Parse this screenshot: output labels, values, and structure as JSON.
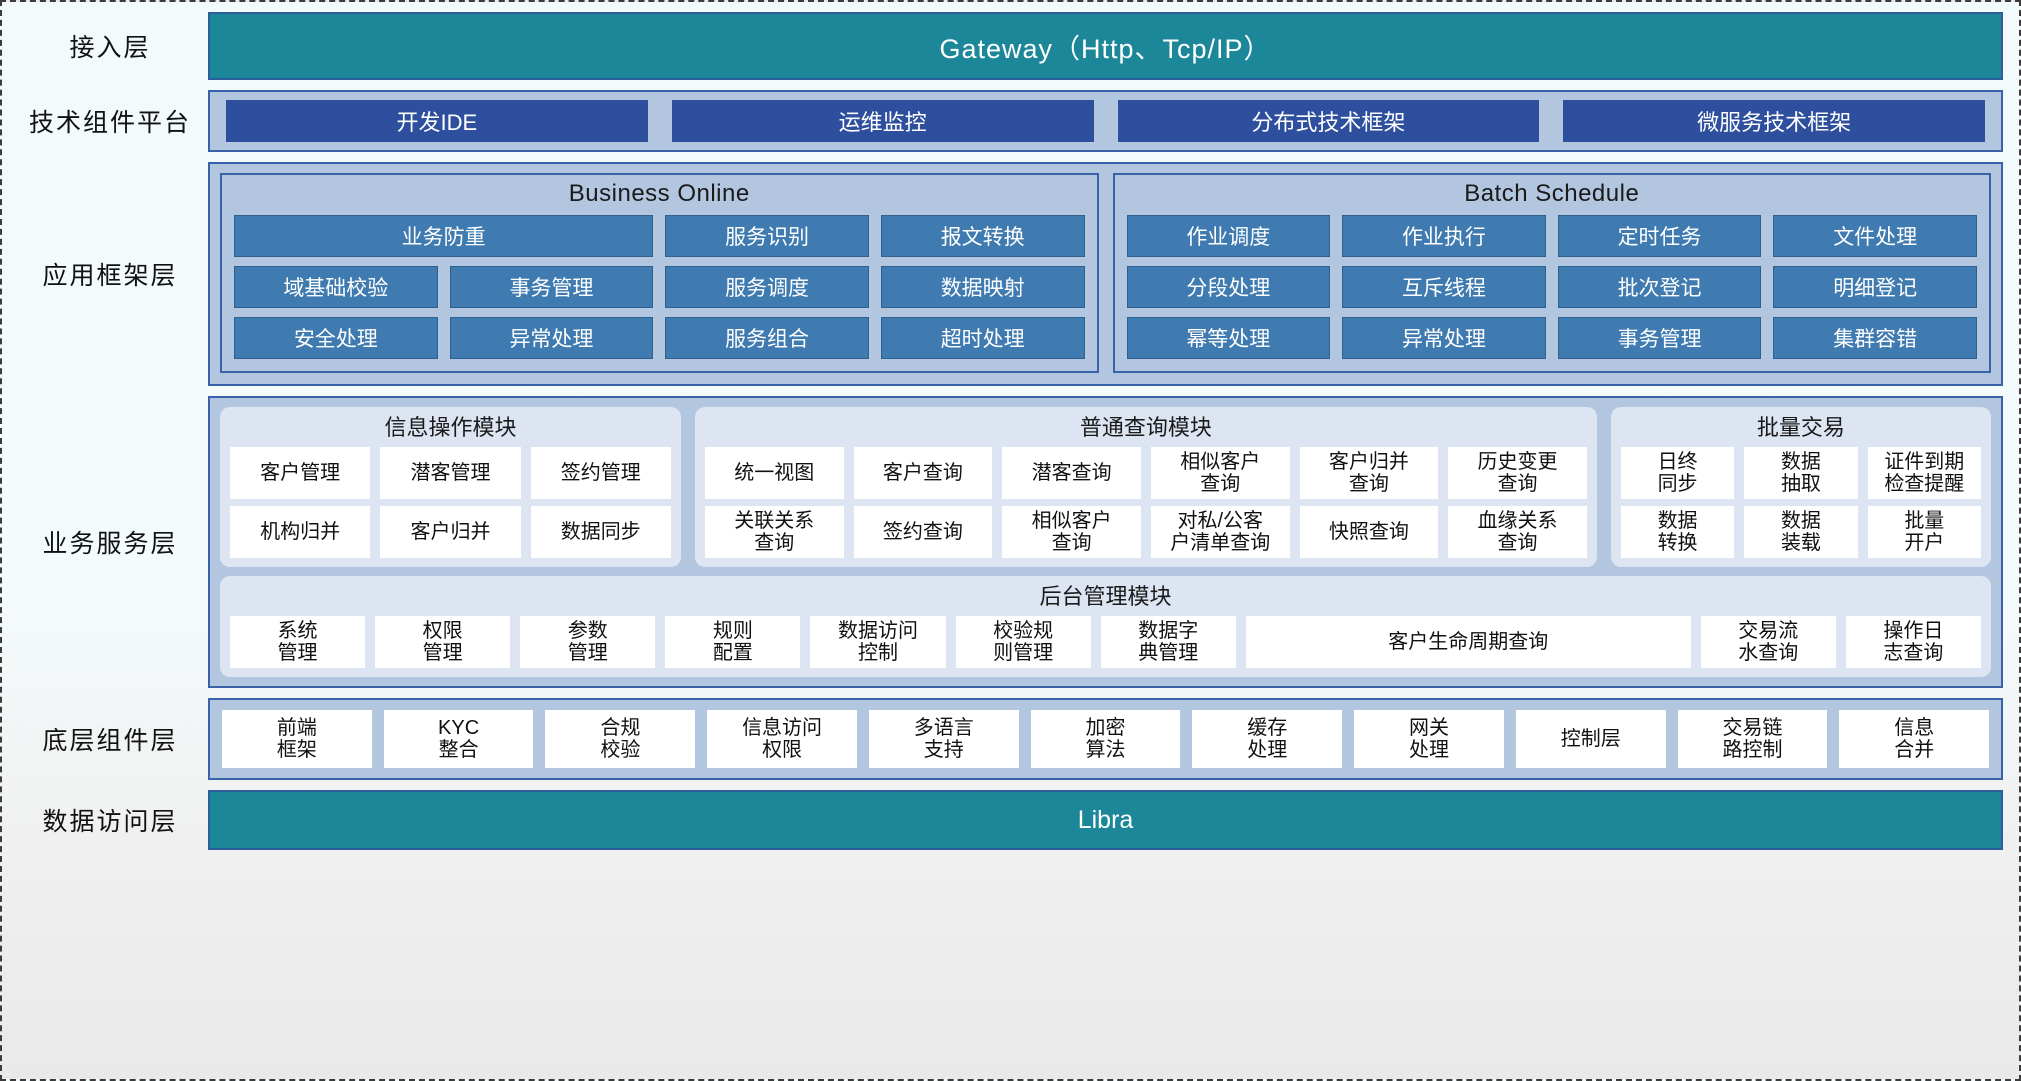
{
  "layers": {
    "access": {
      "label": "接入层",
      "bar": "Gateway（Http、Tcp/IP）"
    },
    "tech": {
      "label": "技术组件平台",
      "items": [
        "开发IDE",
        "运维监控",
        "分布式技术框架",
        "微服务技术框架"
      ]
    },
    "appframe": {
      "label": "应用框架层",
      "panels": [
        {
          "title": "Business Online",
          "cells": [
            {
              "text": "业务防重",
              "span": 2
            },
            {
              "text": "服务识别",
              "span": 1
            },
            {
              "text": "报文转换",
              "span": 1
            },
            {
              "text": "域基础校验",
              "span": 1
            },
            {
              "text": "事务管理",
              "span": 1
            },
            {
              "text": "服务调度",
              "span": 1
            },
            {
              "text": "数据映射",
              "span": 1
            },
            {
              "text": "安全处理",
              "span": 1
            },
            {
              "text": "异常处理",
              "span": 1
            },
            {
              "text": "服务组合",
              "span": 1
            },
            {
              "text": "超时处理",
              "span": 1
            }
          ]
        },
        {
          "title": "Batch Schedule",
          "cells": [
            {
              "text": "作业调度",
              "span": 1
            },
            {
              "text": "作业执行",
              "span": 1
            },
            {
              "text": "定时任务",
              "span": 1
            },
            {
              "text": "文件处理",
              "span": 1
            },
            {
              "text": "分段处理",
              "span": 1
            },
            {
              "text": "互斥线程",
              "span": 1
            },
            {
              "text": "批次登记",
              "span": 1
            },
            {
              "text": "明细登记",
              "span": 1
            },
            {
              "text": "幂等处理",
              "span": 1
            },
            {
              "text": "异常处理",
              "span": 1
            },
            {
              "text": "事务管理",
              "span": 1
            },
            {
              "text": "集群容错",
              "span": 1
            }
          ]
        }
      ]
    },
    "business": {
      "label": "业务服务层",
      "modules": [
        {
          "title": "信息操作模块",
          "columns": 3,
          "cells": [
            "客户管理",
            "潜客管理",
            "签约管理",
            "机构归并",
            "客户归并",
            "数据同步"
          ]
        },
        {
          "title": "普通查询模块",
          "columns": 6,
          "cells": [
            "统一视图",
            "客户查询",
            "潜客查询",
            "相似客户\n查询",
            "客户归并\n查询",
            "历史变更\n查询",
            "关联关系\n查询",
            "签约查询",
            "相似客户\n查询",
            "对私/公客\n户清单查询",
            "快照查询",
            "血缘关系\n查询"
          ]
        },
        {
          "title": "批量交易",
          "columns": 3,
          "cells": [
            "日终\n同步",
            "数据\n抽取",
            "证件到期\n检查提醒",
            "数据\n转换",
            "数据\n装载",
            "批量\n开户"
          ]
        }
      ],
      "admin": {
        "title": "后台管理模块",
        "cells": [
          {
            "text": "系统\n管理",
            "wide": false
          },
          {
            "text": "权限\n管理",
            "wide": false
          },
          {
            "text": "参数\n管理",
            "wide": false
          },
          {
            "text": "规则\n配置",
            "wide": false
          },
          {
            "text": "数据访问\n控制",
            "wide": false
          },
          {
            "text": "校验规\n则管理",
            "wide": false
          },
          {
            "text": "数据字\n典管理",
            "wide": false
          },
          {
            "text": "客户生命周期查询",
            "wide": true
          },
          {
            "text": "交易流\n水查询",
            "wide": false
          },
          {
            "text": "操作日\n志查询",
            "wide": false
          }
        ]
      }
    },
    "base": {
      "label": "底层组件层",
      "items": [
        "前端\n框架",
        "KYC\n整合",
        "合规\n校验",
        "信息访问\n权限",
        "多语言\n支持",
        "加密\n算法",
        "缓存\n处理",
        "网关\n处理",
        "控制层",
        "交易链\n路控制",
        "信息\n合并"
      ]
    },
    "data": {
      "label": "数据访问层",
      "bar": "Libra"
    }
  },
  "colors": {
    "teal": "#1b8799",
    "deep_blue": "#2d4f9e",
    "panel_blue": "#b3c6e0",
    "cell_blue": "#3f7bb0",
    "module_bg": "#dde4f2",
    "border_blue": "#3a62a8"
  }
}
